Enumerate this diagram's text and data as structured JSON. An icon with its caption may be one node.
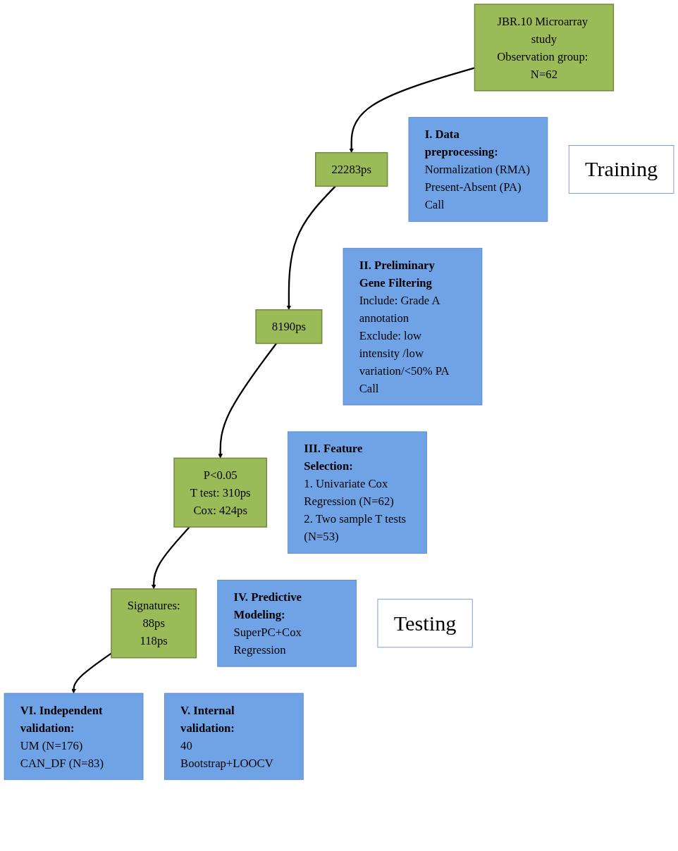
{
  "diagram": {
    "nodes": [
      {
        "text": [
          "JBR.10 Microarray study",
          "Observation group: N=62"
        ]
      },
      {
        "text": [
          "22283ps"
        ]
      },
      {
        "text": [
          "I. Data preprocessing:",
          "Normalization (RMA)",
          "Present-Absent (PA) Call"
        ]
      },
      {
        "text": [
          "Training"
        ]
      },
      {
        "text": [
          "8190ps"
        ]
      },
      {
        "text": [
          "II. Preliminary Gene Filtering",
          "Include: Grade A annotation",
          "Exclude: low intensity /low variation/<50% PA Call"
        ]
      },
      {
        "text": [
          "P<0.05",
          "T test: 310ps",
          "Cox: 424ps"
        ]
      },
      {
        "text": [
          "III. Feature Selection:",
          "1. Univariate Cox Regression (N=62)",
          "2. Two sample T tests (N=53)"
        ]
      },
      {
        "text": [
          "Signatures:",
          "88ps",
          "118ps"
        ]
      },
      {
        "text": [
          "IV. Predictive Modeling:",
          "SuperPC+Cox Regression"
        ]
      },
      {
        "text": [
          "Testing"
        ]
      },
      {
        "text": [
          "V. Internal validation:",
          "40 Bootstrap+LOOCV"
        ]
      },
      {
        "text": [
          "VI. Independent validation:",
          "UM (N=176)",
          "CAN_DF (N=83)"
        ]
      }
    ],
    "edges": [
      {
        "from": 0,
        "to": 1,
        "arrow": "to"
      },
      {
        "from": 1,
        "to": 4,
        "arrow": "to"
      },
      {
        "from": 4,
        "to": 6,
        "arrow": "to"
      },
      {
        "from": 6,
        "to": 8,
        "arrow": "to"
      },
      {
        "from": 8,
        "to": 12,
        "arrow": "to"
      }
    ]
  }
}
